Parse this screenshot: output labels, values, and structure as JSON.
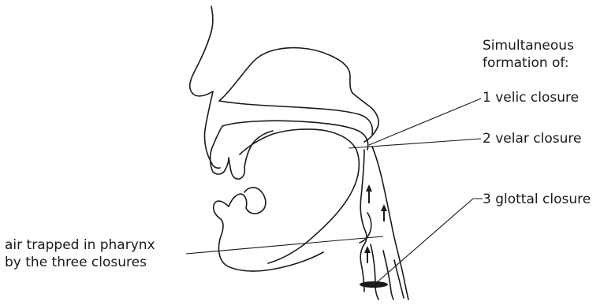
{
  "heading": {
    "line1": "Simultaneous",
    "line2": "formation of:"
  },
  "labels": {
    "velic": "1 velic closure",
    "velar": "2 velar closure",
    "glottal": "3 glottal closure",
    "air_line1": "air trapped in pharynx",
    "air_line2": "by the three closures"
  },
  "colors": {
    "line": "#1a1a1a",
    "background": "#ffffff"
  }
}
